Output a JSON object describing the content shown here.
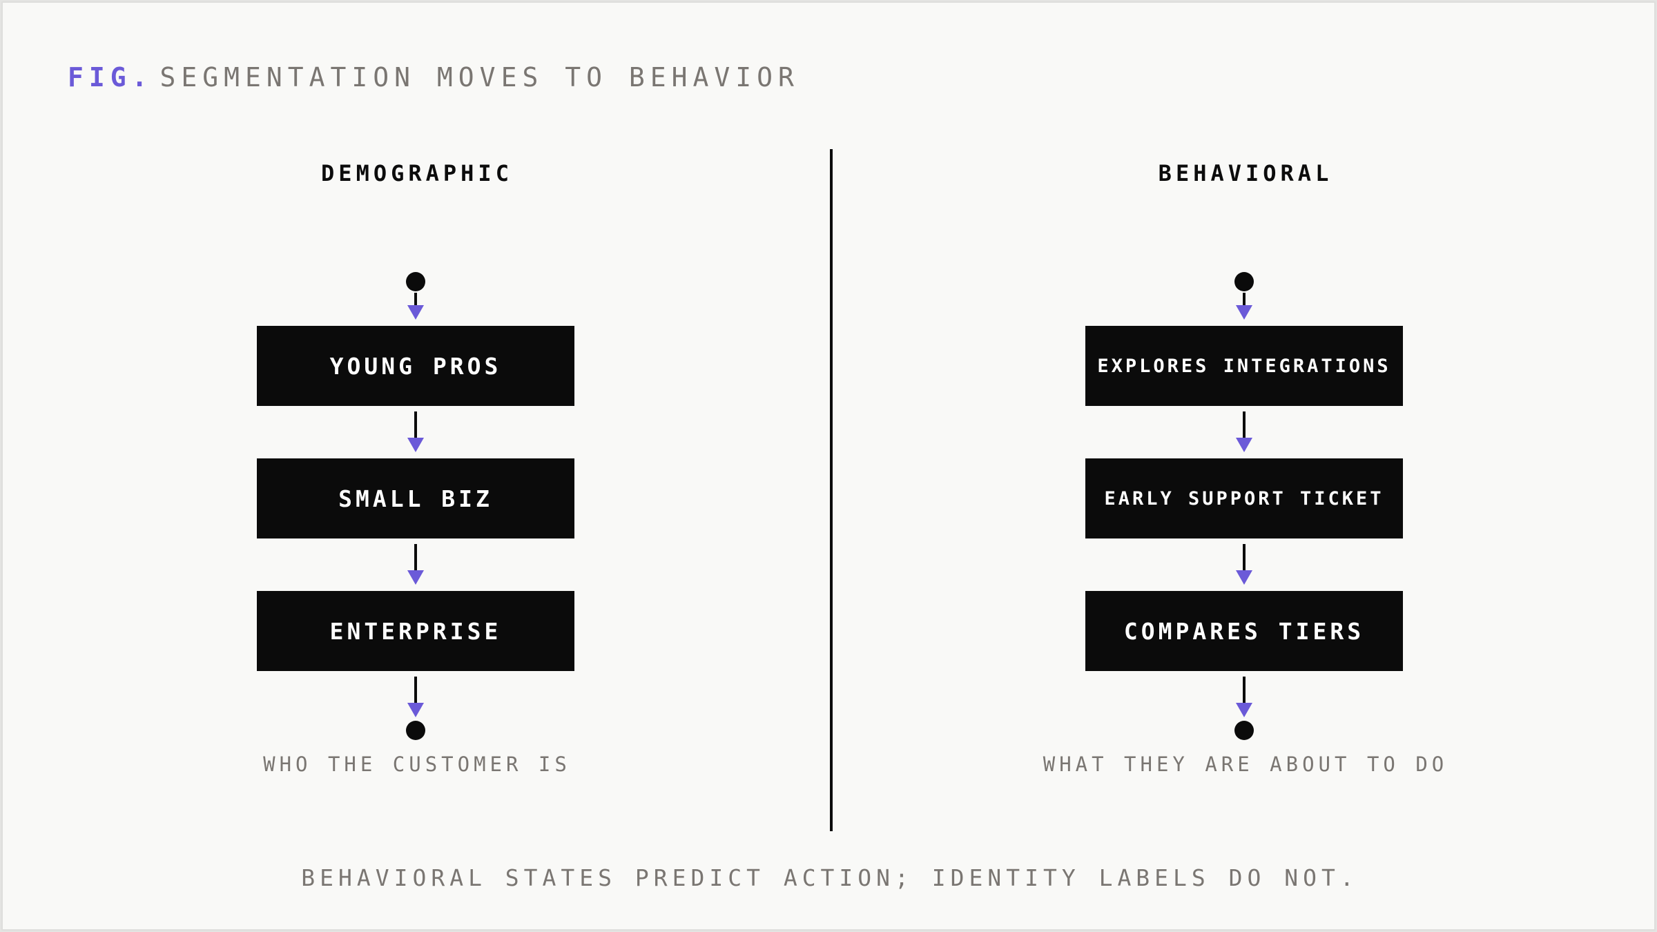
{
  "figure": {
    "prefix": "FIG.",
    "title": "SEGMENTATION MOVES TO BEHAVIOR"
  },
  "left_column": {
    "heading": "DEMOGRAPHIC",
    "nodes": [
      "YOUNG PROS",
      "SMALL BIZ",
      "ENTERPRISE"
    ],
    "caption": "WHO THE CUSTOMER IS"
  },
  "right_column": {
    "heading": "BEHAVIORAL",
    "nodes": [
      "EXPLORES INTEGRATIONS",
      "EARLY SUPPORT TICKET",
      "COMPARES TIERS"
    ],
    "caption": "WHAT THEY ARE ABOUT TO DO"
  },
  "footer": "BEHAVIORAL STATES PREDICT ACTION; IDENTITY LABELS DO NOT.",
  "colors": {
    "accent": "#6b5ad8",
    "node_fill": "#0b0b0b",
    "text_muted": "#7a7672",
    "background": "#f9f9f7"
  }
}
